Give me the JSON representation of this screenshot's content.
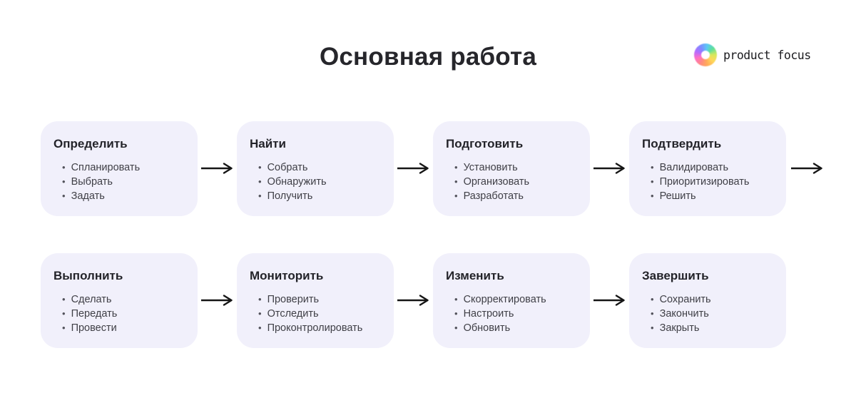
{
  "page": {
    "title": "Основная работа"
  },
  "logo": {
    "text": "product focus",
    "icon": "rainbow-color-wheel"
  },
  "colors": {
    "background": "#ffffff",
    "card_bg": "#f1f0fb",
    "heading_text": "#26262b",
    "card_title_text": "#232329",
    "card_body_text": "#3f3f46",
    "arrow": "#151515"
  },
  "bullet_char": "•",
  "cards": [
    {
      "title": "Определить",
      "items": [
        "Спланировать",
        "Выбрать",
        "Задать"
      ]
    },
    {
      "title": "Найти",
      "items": [
        "Собрать",
        "Обнаружить",
        "Получить"
      ]
    },
    {
      "title": "Подготовить",
      "items": [
        "Установить",
        "Организовать",
        "Разработать"
      ]
    },
    {
      "title": "Подтвердить",
      "items": [
        "Валидировать",
        "Приоритизировать",
        "Решить"
      ]
    },
    {
      "title": "Выполнить",
      "items": [
        "Сделать",
        "Передать",
        "Провести"
      ]
    },
    {
      "title": "Мониторить",
      "items": [
        "Проверить",
        "Отследить",
        "Проконтролировать"
      ]
    },
    {
      "title": "Изменить",
      "items": [
        "Скорректировать",
        "Настроить",
        "Обновить"
      ]
    },
    {
      "title": "Завершить",
      "items": [
        "Сохранить",
        "Закончить",
        "Закрыть"
      ]
    }
  ]
}
